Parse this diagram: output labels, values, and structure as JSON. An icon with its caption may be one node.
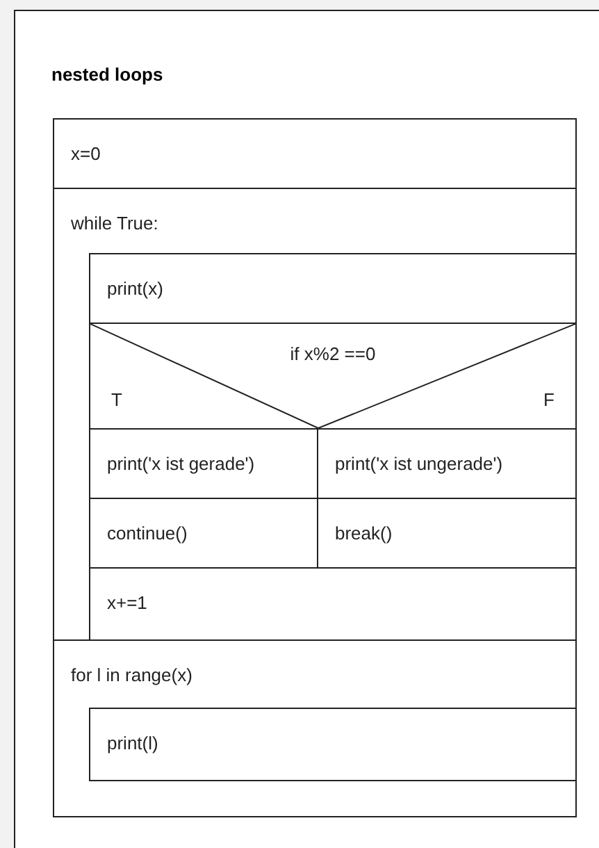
{
  "diagram": {
    "title": "nested loops",
    "nodes": [
      {
        "text": [
          "x=0"
        ]
      },
      {
        "text": [
          "while True:"
        ]
      },
      {
        "text": [
          "print(x)"
        ],
        "in": 1
      },
      {
        "text": [
          "if x%2 ==0",
          "T",
          "F"
        ],
        "in": 1
      },
      {
        "text": [
          "print('x ist gerade')"
        ],
        "in": 1
      },
      {
        "text": [
          "print('x ist ungerade')"
        ],
        "in": 1
      },
      {
        "text": [
          "continue()"
        ],
        "in": 1
      },
      {
        "text": [
          "break()"
        ],
        "in": 1
      },
      {
        "text": [
          "x+=1"
        ],
        "in": 1
      },
      {
        "text": [
          "for l in range(x)"
        ]
      },
      {
        "text": [
          "print(l)"
        ],
        "in": 9
      }
    ]
  }
}
